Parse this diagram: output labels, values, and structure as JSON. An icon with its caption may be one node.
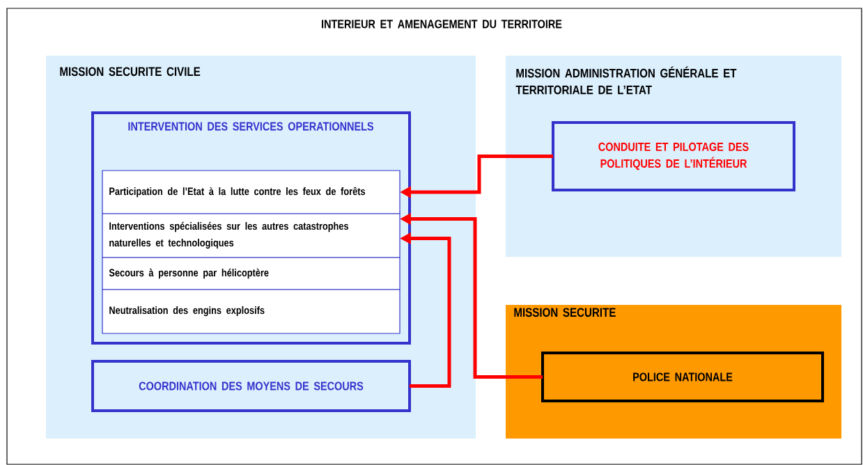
{
  "diagram": {
    "nodes": [
      {
        "text": [
          "INTERIEUR ET AMENAGEMENT DU TERRITOIRE"
        ]
      },
      {
        "text": [
          "MISSION SECURITE CIVILE"
        ],
        "in": 0
      },
      {
        "text": [
          "INTERVENTION DES SERVICES OPERATIONNELS"
        ],
        "in": 1
      },
      {
        "text": [
          "Participation de l’Etat à la lutte contre les feux de forêts"
        ],
        "in": 2
      },
      {
        "text": [
          "Interventions spécialisées sur les autres catastrophes naturelles et technologiques"
        ],
        "in": 2
      },
      {
        "text": [
          "Secours à personne par hélicoptère"
        ],
        "in": 2
      },
      {
        "text": [
          "Neutralisation des engins explosifs"
        ],
        "in": 2
      },
      {
        "text": [
          "COORDINATION DES MOYENS DE SECOURS"
        ],
        "in": 1
      },
      {
        "text": [
          "MISSION ADMINISTRATION GÉNÉRALE ET TERRITORIALE DE L’ETAT"
        ],
        "in": 0
      },
      {
        "text": [
          "CONDUITE ET PILOTAGE DES POLITIQUES DE L’INTÉRIEUR"
        ],
        "in": 8
      },
      {
        "text": [
          "MISSION SECURITE"
        ],
        "in": 0
      },
      {
        "text": [
          "POLICE NATIONALE"
        ],
        "in": 10
      }
    ],
    "edges": [
      {
        "from": 9,
        "to": 3,
        "arrow": "to"
      },
      {
        "from": 11,
        "to": 4,
        "arrow": "to"
      },
      {
        "from": 7,
        "to": 4,
        "arrow": "to"
      }
    ]
  }
}
